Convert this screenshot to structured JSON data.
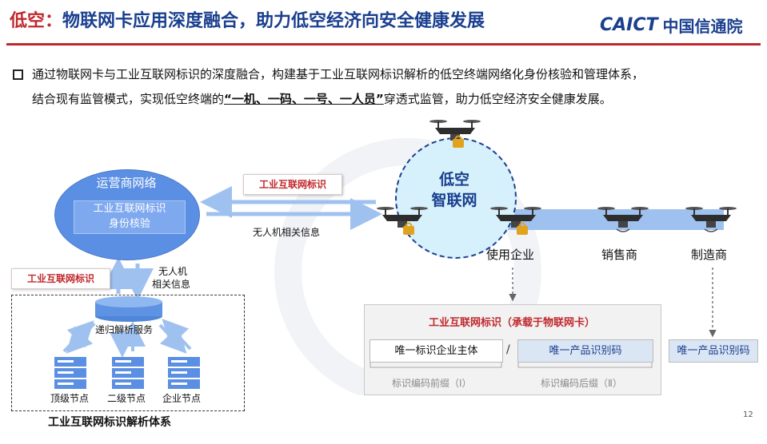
{
  "title": {
    "highlight": "低空：",
    "rest": "物联网卡应用深度融合，助力低空经济向安全健康发展"
  },
  "logo": {
    "caict": "CAICT",
    "cn": "中国信通院"
  },
  "paragraph": {
    "line1": "通过物联网卡与工业互联网标识的深度融合，构建基于工业互联网标识解析的低空终端网络化身份核验和管理体系，",
    "line2_before": "结合现有监管模式，实现低空终端的",
    "line2_highlight": "“一机、一码、一号、一人员”",
    "line2_after": "穿透式监管，助力低空经济安全健康发展。"
  },
  "operator": {
    "title": "运营商网络",
    "inner_line1": "工业互联网标识",
    "inner_line2": "身份核验"
  },
  "tags": {
    "top": "工业互联网标识",
    "left": "工业互联网标识"
  },
  "labels": {
    "drone_info": "无人机相关信息",
    "drone_info_v1": "无人机",
    "drone_info_v2": "相关信息",
    "recursive_service": "递归解析服务",
    "top_node": "顶级节点",
    "second_node": "二级节点",
    "enterprise_node": "企业节点",
    "system_title": "工业互联网标识解析体系"
  },
  "center": {
    "line1": "低空",
    "line2": "智联网"
  },
  "entities": {
    "user": "使用企业",
    "seller": "销售商",
    "maker": "制造商"
  },
  "ident": {
    "title": "工业互联网标识（承载于物联网卡）",
    "box1": "唯一标识企业主体",
    "slash": "/",
    "box2": "唯一产品识别码",
    "prefix": "标识编码前缀（Ⅰ）",
    "suffix": "标识编码后缀（Ⅱ）",
    "box3": "唯一产品识别码"
  },
  "page_number": "12",
  "colors": {
    "brand_blue": "#1a3f8f",
    "accent_red": "#c0282d",
    "arrow_blue": "#9fc1f0",
    "oval_blue": "#5b8fe3",
    "center_fill": "#d6f1fb"
  },
  "icons": [
    "drone-icon",
    "lock-icon",
    "server-icon",
    "database-icon",
    "arrow-icon"
  ]
}
